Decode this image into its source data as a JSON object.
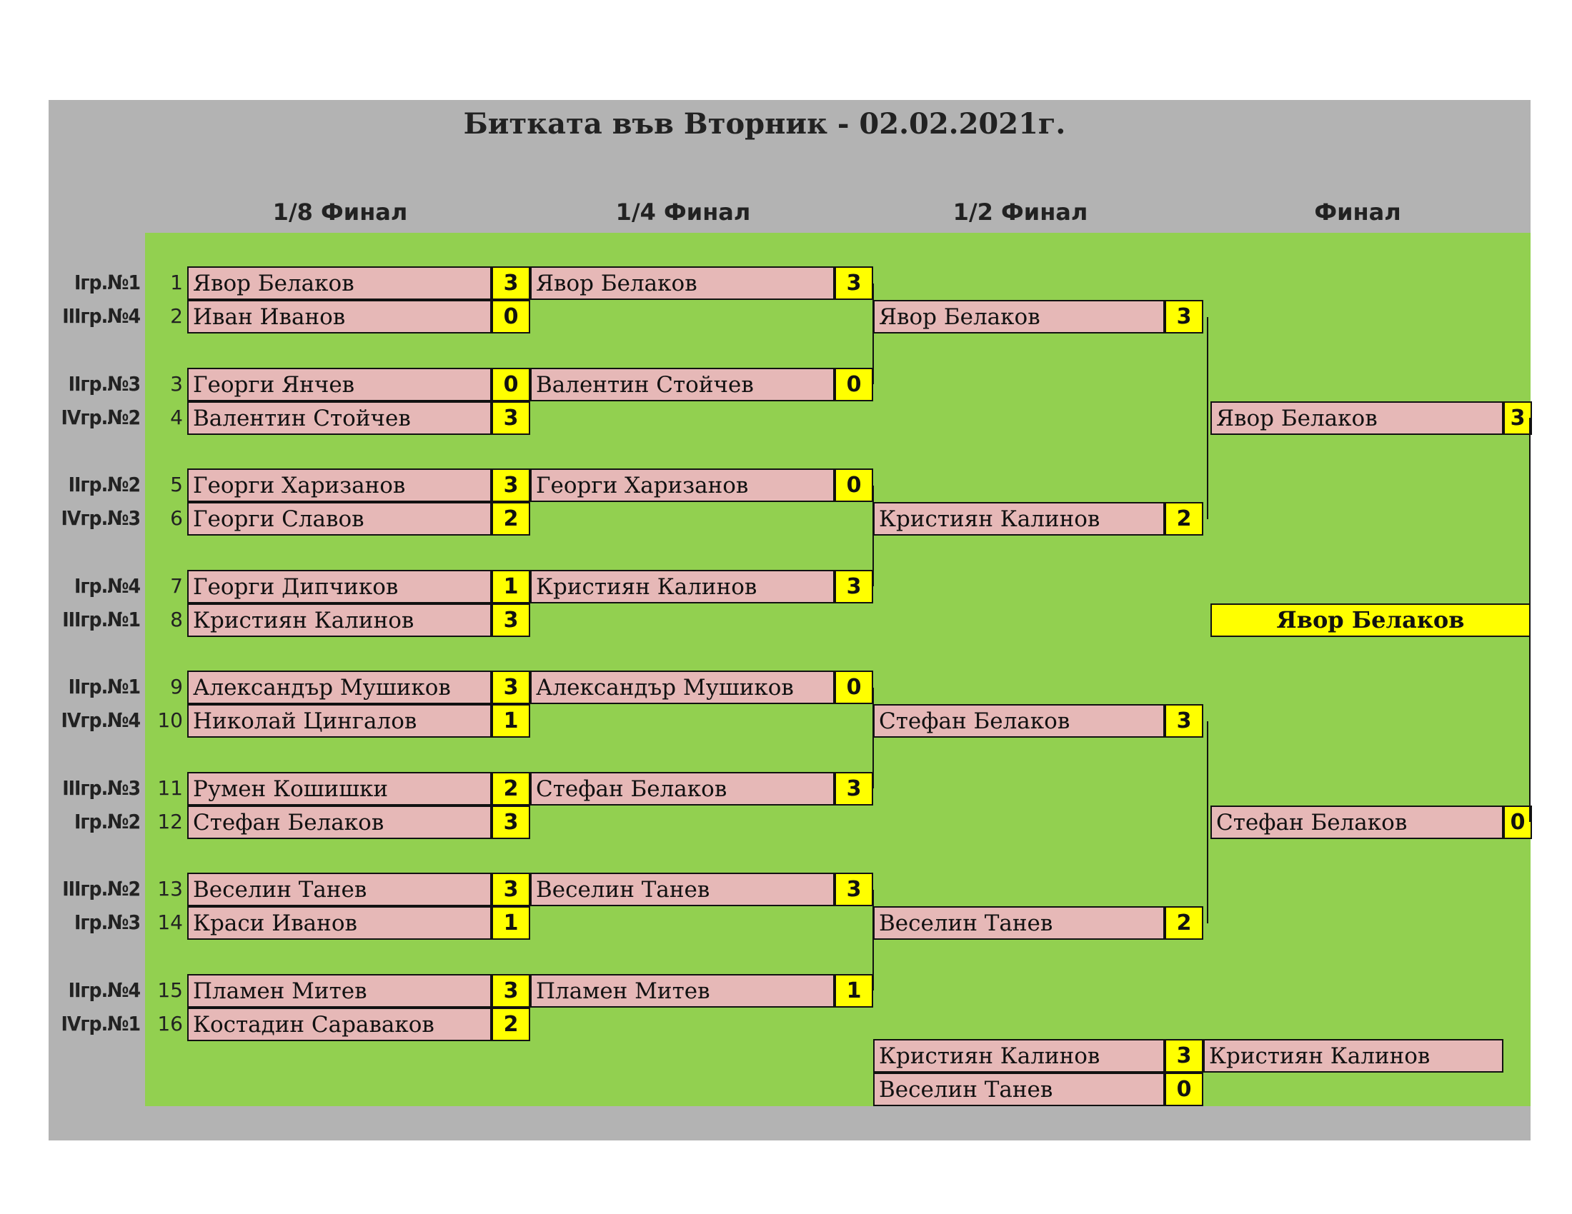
{
  "title": "Битката във Вторник - 02.02.2021г.",
  "rounds": [
    "1/8 Финал",
    "1/4 Финал",
    "1/2 Финал",
    "Финал"
  ],
  "round_of_16": [
    {
      "group": "Iгр.№1",
      "seed": "1",
      "name": "Явор Белаков",
      "score": "3"
    },
    {
      "group": "IIIгр.№4",
      "seed": "2",
      "name": "Иван Иванов",
      "score": "0"
    },
    {
      "group": "IIгр.№3",
      "seed": "3",
      "name": "Георги Янчев",
      "score": "0"
    },
    {
      "group": "IVгр.№2",
      "seed": "4",
      "name": "Валентин Стойчев",
      "score": "3"
    },
    {
      "group": "IIгр.№2",
      "seed": "5",
      "name": "Георги Харизанов",
      "score": "3"
    },
    {
      "group": "IVгр.№3",
      "seed": "6",
      "name": "Георги Славов",
      "score": "2"
    },
    {
      "group": "Iгр.№4",
      "seed": "7",
      "name": "Георги Дипчиков",
      "score": "1"
    },
    {
      "group": "IIIгр.№1",
      "seed": "8",
      "name": "Кристиян Калинов",
      "score": "3"
    },
    {
      "group": "IIгр.№1",
      "seed": "9",
      "name": "Александър Мушиков",
      "score": "3"
    },
    {
      "group": "IVгр.№4",
      "seed": "10",
      "name": "Николай Цингалов",
      "score": "1"
    },
    {
      "group": "IIIгр.№3",
      "seed": "11",
      "name": "Румен Кошишки",
      "score": "2"
    },
    {
      "group": "Iгр.№2",
      "seed": "12",
      "name": "Стефан Белаков",
      "score": "3"
    },
    {
      "group": "IIIгр.№2",
      "seed": "13",
      "name": "Веселин Танев",
      "score": "3"
    },
    {
      "group": "Iгр.№3",
      "seed": "14",
      "name": "Краси Иванов",
      "score": "1"
    },
    {
      "group": "IIгр.№4",
      "seed": "15",
      "name": "Пламен Митев",
      "score": "3"
    },
    {
      "group": "IVгр.№1",
      "seed": "16",
      "name": "Костадин Сараваков",
      "score": "2"
    }
  ],
  "quarterfinals": [
    {
      "name": "Явор Белаков",
      "score": "3"
    },
    {
      "name": "Валентин Стойчев",
      "score": "0"
    },
    {
      "name": "Георги Харизанов",
      "score": "0"
    },
    {
      "name": "Кристиян Калинов",
      "score": "3"
    },
    {
      "name": "Александър Мушиков",
      "score": "0"
    },
    {
      "name": "Стефан Белаков",
      "score": "3"
    },
    {
      "name": "Веселин Танев",
      "score": "3"
    },
    {
      "name": "Пламен Митев",
      "score": "1"
    }
  ],
  "semifinals": [
    {
      "name": "Явор Белаков",
      "score": "3"
    },
    {
      "name": "Кристиян Калинов",
      "score": "2"
    },
    {
      "name": "Стефан Белаков",
      "score": "3"
    },
    {
      "name": "Веселин Танев",
      "score": "2"
    }
  ],
  "final": [
    {
      "name": "Явор Белаков",
      "score": "3"
    },
    {
      "name": "Стефан Белаков",
      "score": "0"
    }
  ],
  "champion": "Явор Белаков",
  "third_place": {
    "players": [
      {
        "name": "Кристиян Калинов",
        "score": "3"
      },
      {
        "name": "Веселин Танев",
        "score": "0"
      }
    ],
    "winner": "Кристиян Калинов"
  },
  "colors": {
    "background": "#b3b3b3",
    "field": "#92d050",
    "name_cell": "#e6b8b7",
    "score_cell": "#ffff00"
  }
}
